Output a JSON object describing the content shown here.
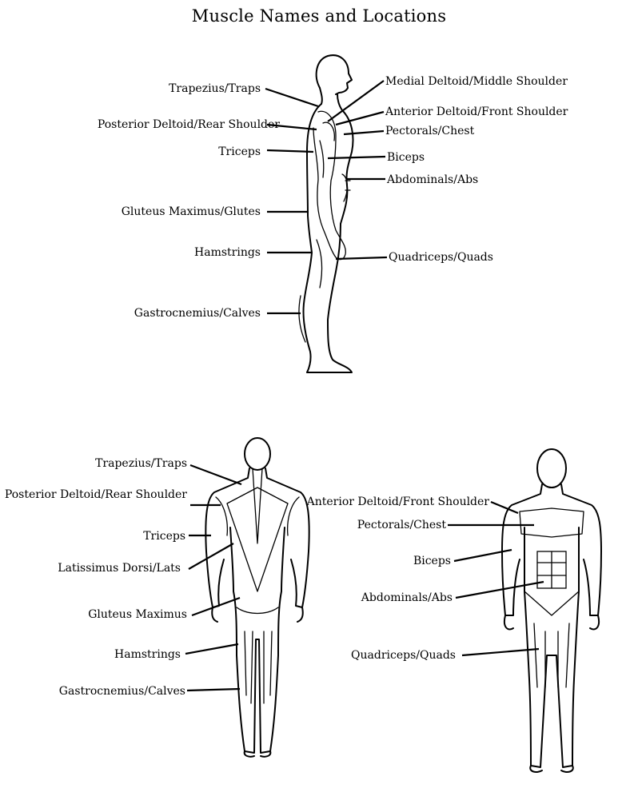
{
  "title": "Muscle Names and Locations",
  "side_view": {
    "left_labels": [
      "Trapezius/Traps",
      "Posterior Deltoid/Rear Shoulder",
      "Triceps",
      "Gluteus Maximus/Glutes",
      "Hamstrings",
      "Gastrocnemius/Calves"
    ],
    "right_labels": [
      "Medial Deltoid/Middle Shoulder",
      "Anterior Deltoid/Front Shoulder",
      "Pectorals/Chest",
      "Biceps",
      "Abdominals/Abs",
      "Quadriceps/Quads"
    ]
  },
  "back_view": {
    "labels": [
      "Trapezius/Traps",
      "Posterior Deltoid/Rear Shoulder",
      "Triceps",
      "Latissimus Dorsi/Lats",
      "Gluteus Maximus",
      "Hamstrings",
      "Gastrocnemius/Calves"
    ]
  },
  "front_view": {
    "labels": [
      "Anterior Deltoid/Front Shoulder",
      "Pectorals/Chest",
      "Biceps",
      "Abdominals/Abs",
      "Quadriceps/Quads"
    ]
  }
}
